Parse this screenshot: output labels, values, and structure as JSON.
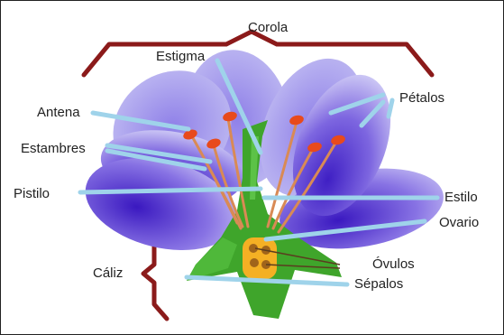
{
  "labels": {
    "corola": "Corola",
    "estigma": "Estigma",
    "antena": "Antena",
    "estambres": "Estambres",
    "petalos": "Pétalos",
    "pistilo": "Pistilo",
    "estilo": "Estilo",
    "ovario": "Ovario",
    "caliz": "Cáliz",
    "ovulos": "Óvulos",
    "sepalos": "Sépalos"
  },
  "colors": {
    "bracket": "#8b1a1a",
    "pointer_line": "#9fd3ea",
    "petal_light": "#b8b4ef",
    "petal_dark": "#4b2bd0",
    "sepal_green": "#3fa52b",
    "filament": "#d98a55",
    "anther": "#e84a1c",
    "ovary": "#f4b024"
  }
}
